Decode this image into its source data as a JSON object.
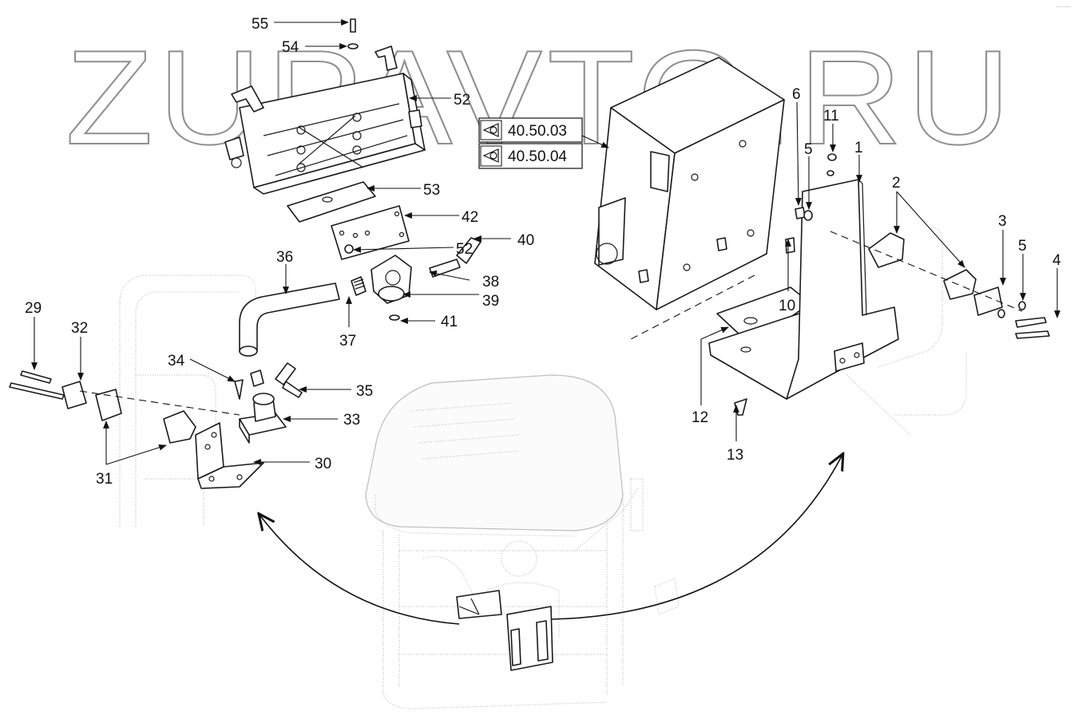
{
  "watermark": "ZUPAVTO.RU",
  "corner_mark": "── ───",
  "cross_references": [
    "40.50.03",
    "40.50.04"
  ],
  "callouts": {
    "c55": "55",
    "c54": "54",
    "c52a": "52",
    "c53": "53",
    "c42": "42",
    "c52b": "52",
    "c40": "40",
    "c38": "38",
    "c39": "39",
    "c41": "41",
    "c36": "36",
    "c37": "37",
    "c34": "34",
    "c35": "35",
    "c33": "33",
    "c30": "30",
    "c31": "31",
    "c32": "32",
    "c29": "29",
    "c6": "6",
    "c11": "11",
    "c5a": "5",
    "c1": "1",
    "c2": "2",
    "c3": "3",
    "c5b": "5",
    "c4": "4",
    "c10": "10",
    "c12": "12",
    "c13": "13"
  }
}
